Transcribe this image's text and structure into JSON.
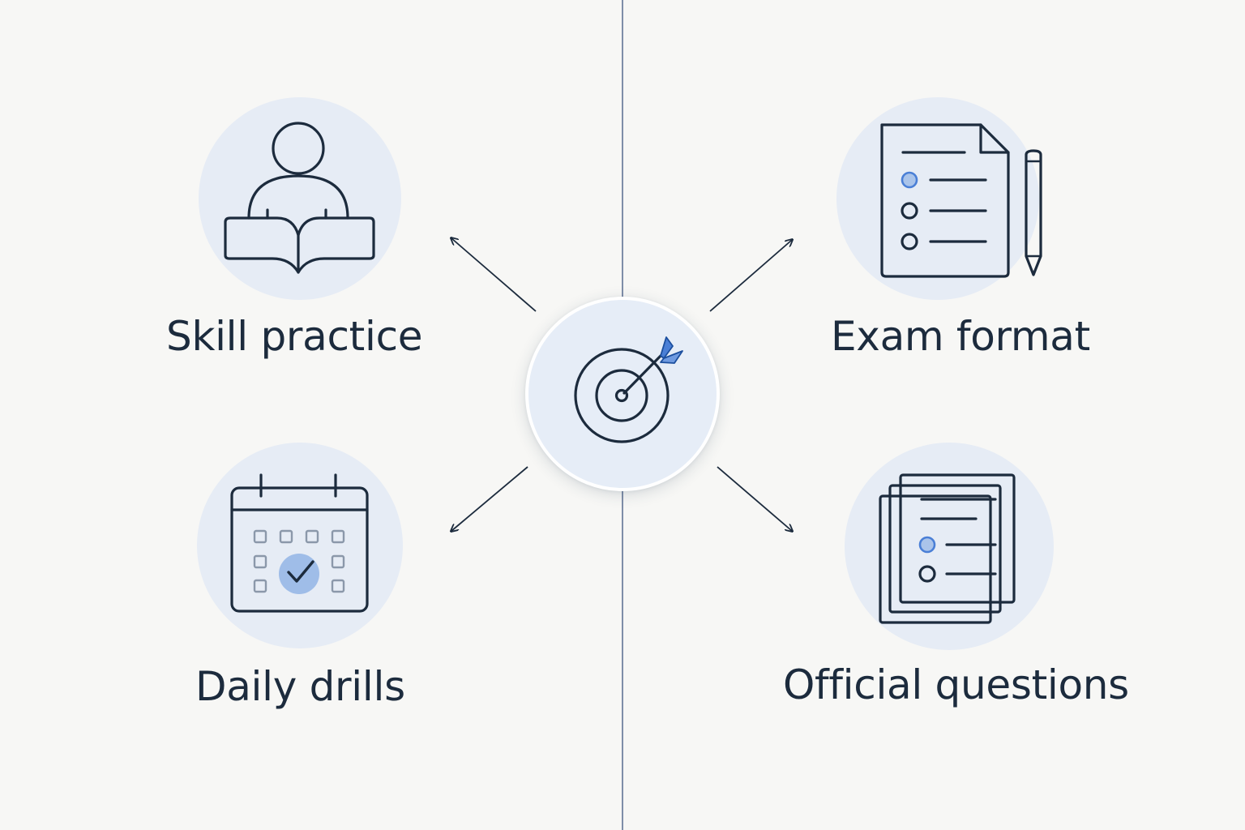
{
  "diagram": {
    "center": {
      "icon": "target-arrow-icon",
      "accent_color": "#4a7fd6"
    },
    "categories": [
      {
        "id": "skill-practice",
        "label": "Skill practice",
        "icon": "reading-person-icon"
      },
      {
        "id": "exam-format",
        "label": "Exam format",
        "icon": "checklist-document-pencil-icon"
      },
      {
        "id": "daily-drills",
        "label": "Daily drills",
        "icon": "calendar-check-icon"
      },
      {
        "id": "official-questions",
        "label": "Official questions",
        "icon": "stacked-question-papers-icon"
      }
    ],
    "colors": {
      "background": "#f7f7f5",
      "ink": "#1c2b3d",
      "icon_circle": "#e6ecf5",
      "accent": "#4a7fd6",
      "accent_fill": "#aac4ea",
      "divider": "#7f8ea8"
    }
  }
}
